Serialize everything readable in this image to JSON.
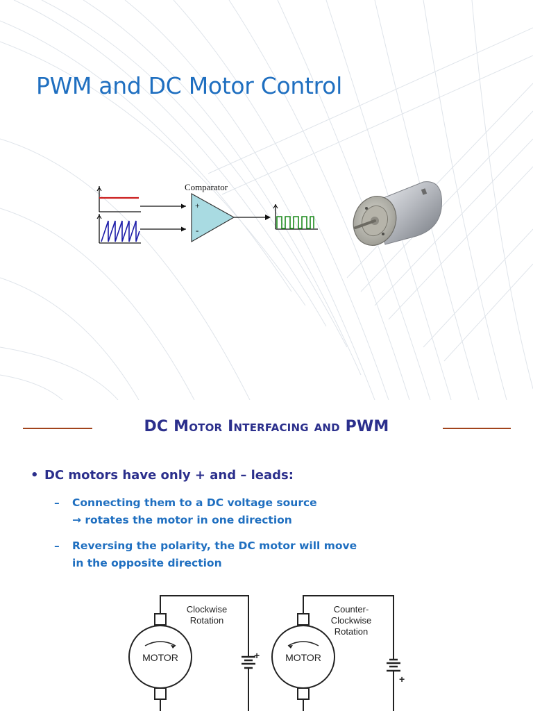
{
  "slide1": {
    "title": "PWM and DC Motor Control",
    "diagram": {
      "comparator_label": "Comparator",
      "plus_sign": "+",
      "minus_sign": "-"
    },
    "colors": {
      "title": "#1f6fc0",
      "reference_line": "#cc1e1e",
      "sawtooth": "#1a1aa8",
      "pwm_output": "#1c8a1c"
    }
  },
  "slide2": {
    "title": "DC Motor Interfacing and PWM",
    "bullet": "DC motors have only + and – leads:",
    "dash": "–",
    "sub1_line1": "Connecting them to a DC voltage source",
    "sub1_line2": "→ rotates the motor in one direction",
    "sub2_line1": "Reversing the polarity, the DC motor will move",
    "sub2_line2": "in the opposite direction",
    "circuit_left": {
      "label_line1": "Clockwise",
      "label_line2": "Rotation",
      "motor": "MOTOR",
      "plus": "+"
    },
    "circuit_right": {
      "label_line1": "Counter-",
      "label_line2": "Clockwise",
      "label_line3": "Rotation",
      "motor": "MOTOR",
      "plus": "+"
    },
    "colors": {
      "title": "#2b2f8c",
      "accent_rule": "#a1441c",
      "sub_text": "#1f6fc0"
    }
  }
}
